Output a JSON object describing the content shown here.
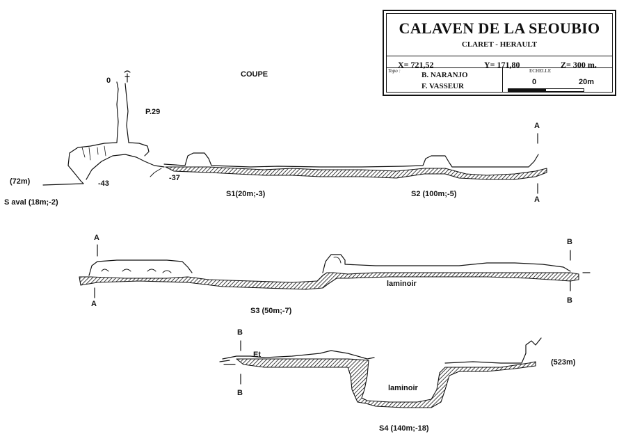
{
  "cartouche": {
    "title": "CALAVEN DE LA SEOUBIO",
    "subtitle": "CLARET - HERAULT",
    "x_coord": "X= 721,52",
    "y_coord": "Y= 171,80",
    "z_coord": "Z= 300 m.",
    "topo_label": "Topo :",
    "authors": [
      "B. NARANJO",
      "F. VASSEUR"
    ],
    "scale_label": "ECHELLE",
    "scale_start": "0",
    "scale_end": "20m"
  },
  "view_label": "COUPE",
  "section_markers": {
    "a": "A",
    "b": "B"
  },
  "labels": {
    "entrance_depth": "0",
    "pit": "P.29",
    "depth_43": "-43",
    "depth_37": "-37",
    "length_72": "(72m)",
    "s_aval": "S aval (18m;-2)",
    "s1": "S1(20m;-3)",
    "s2": "S2 (100m;-5)",
    "s3": "S3 (50m;-7)",
    "laminoir_1": "laminoir",
    "et": "Et",
    "laminoir_2": "laminoir",
    "length_523": "(523m)",
    "s4": "S4 (140m;-18)"
  },
  "colors": {
    "ink": "#111111",
    "paper": "#ffffff"
  }
}
